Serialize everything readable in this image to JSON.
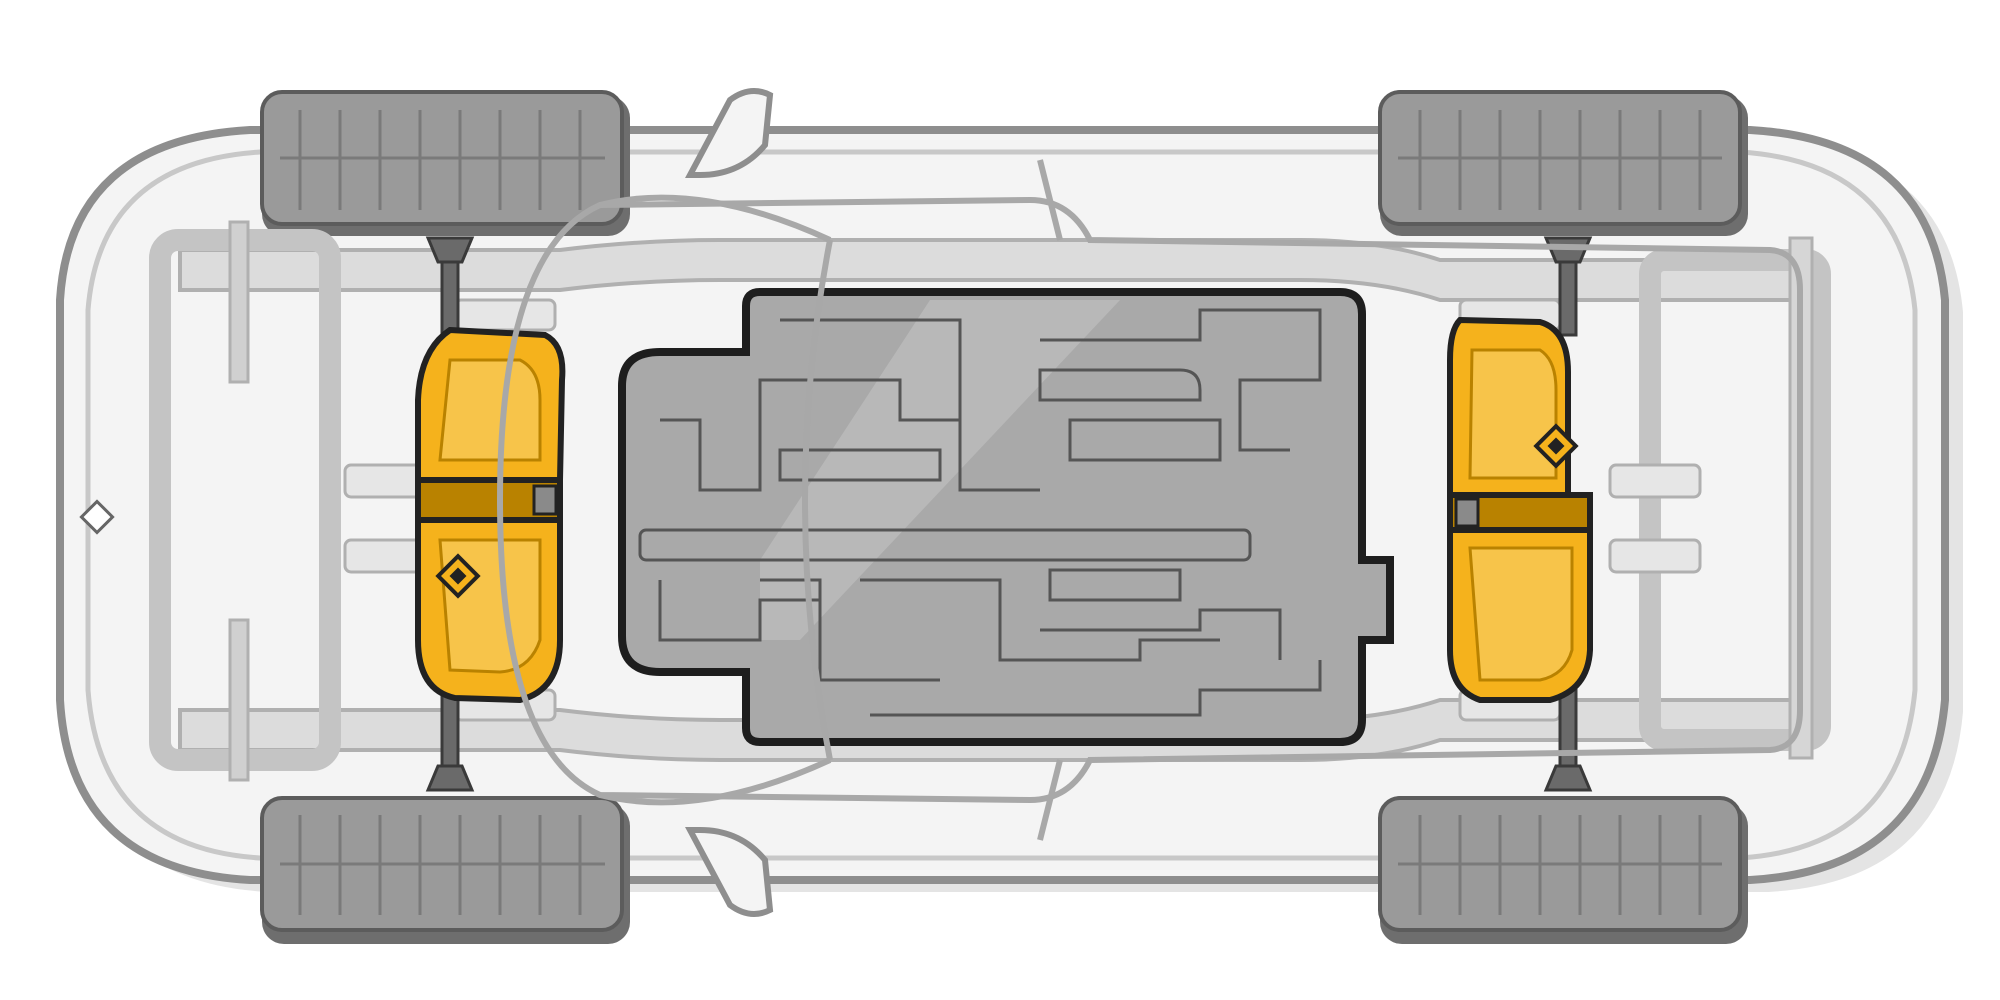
{
  "diagram": {
    "type": "vehicle-skateboard-chassis-top-view",
    "components": {
      "wheels": [
        "front-left-wheel",
        "rear-left-wheel",
        "front-right-wheel",
        "rear-right-wheel"
      ],
      "drive_units": [
        "front-drive-unit",
        "rear-drive-unit"
      ],
      "battery_pack": "battery-pack",
      "frame": "chassis-frame",
      "body": "body-outline"
    },
    "icons": {
      "drive_unit_badge": "diamond-logo-icon",
      "front_marker": "diamond-marker-icon"
    },
    "colors": {
      "background": "#ffffff",
      "body_stroke": "#8e8e8e",
      "body_fill": "#f4f4f4",
      "frame_fill": "#dcdcdc",
      "frame_stroke": "#b0b0b0",
      "tire_fill": "#9a9a9a",
      "tire_dark": "#6e6e6e",
      "battery_fill": "#a9a9a9",
      "battery_stroke": "#1e1e1e",
      "battery_channel": "#555555",
      "motor_fill": "#f5b21c",
      "motor_dark": "#b98200",
      "motor_stroke": "#222222"
    }
  }
}
